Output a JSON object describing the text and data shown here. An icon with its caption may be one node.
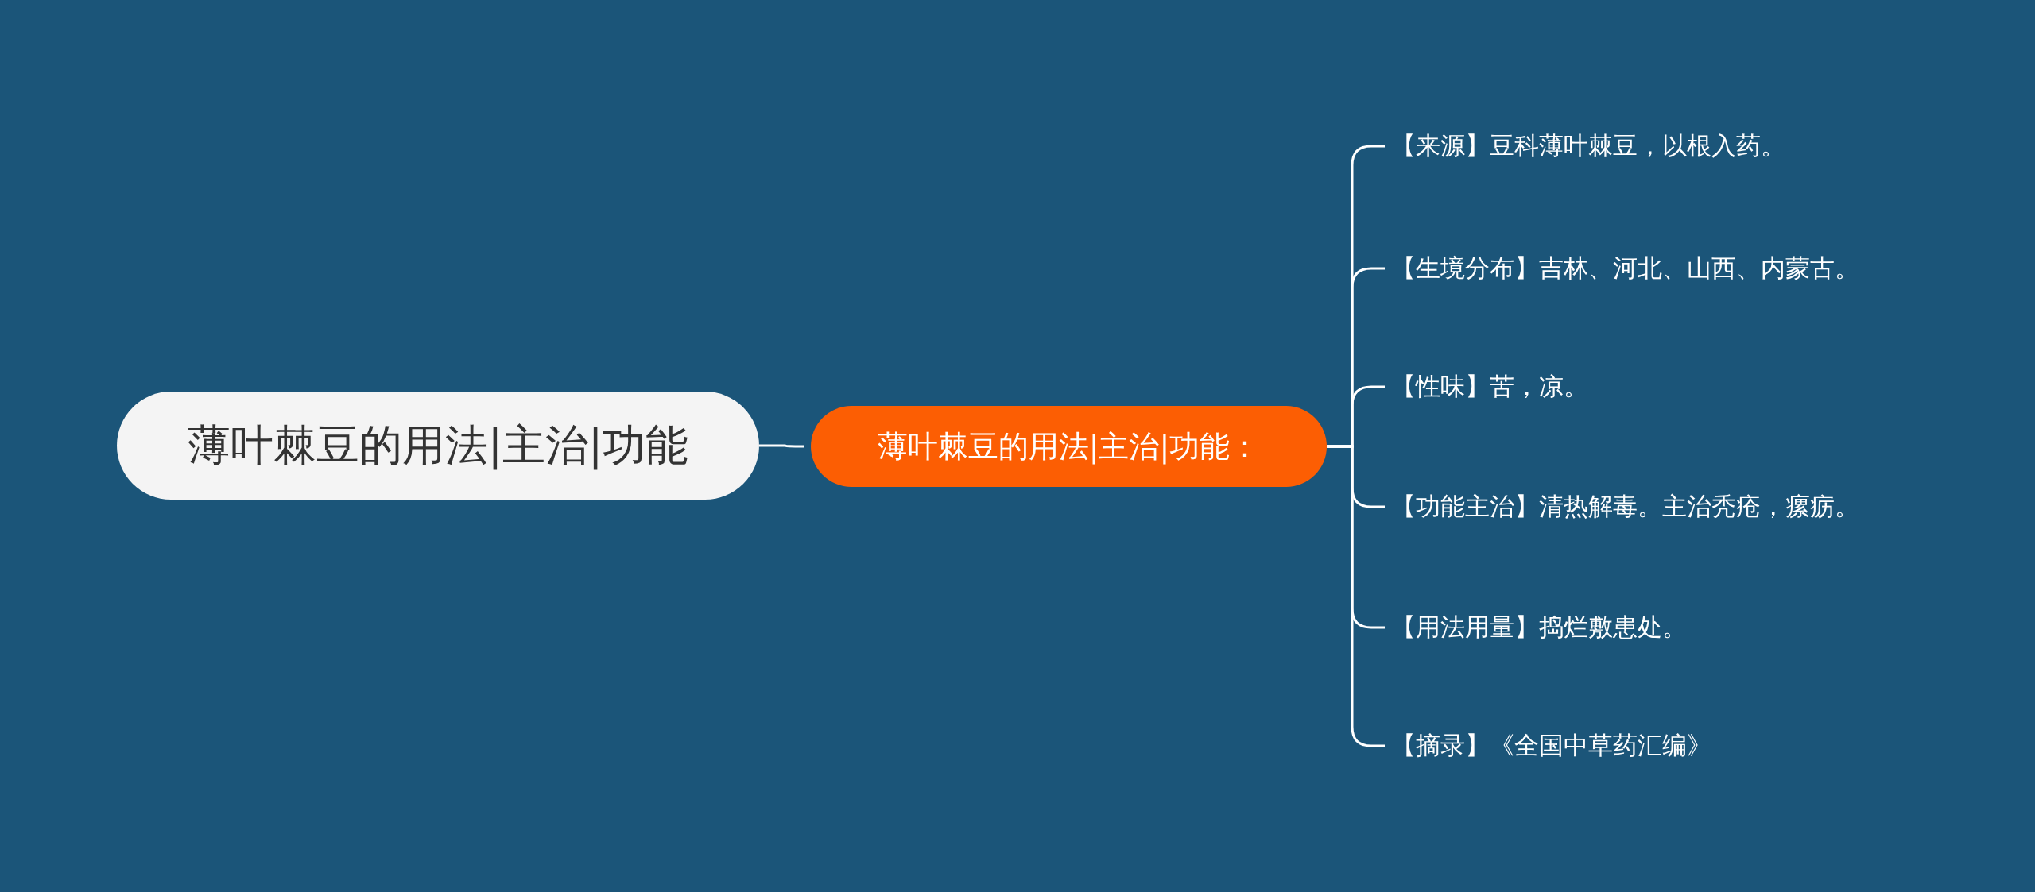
{
  "diagram": {
    "nodes": [
      {
        "text": [
          "薄叶棘豆的用法|主治|功能"
        ]
      },
      {
        "text": [
          "薄叶棘豆的用法|主治|功能："
        ]
      },
      {
        "text": [
          "【来源】豆科薄叶棘豆，以根入药。"
        ]
      },
      {
        "text": [
          "【生境分布】吉林、河北、山西、内蒙古。"
        ]
      },
      {
        "text": [
          "【性味】苦，凉。"
        ]
      },
      {
        "text": [
          "【功能主治】清热解毒。主治秃疮，瘰疬。"
        ]
      },
      {
        "text": [
          "【用法用量】捣烂敷患处。"
        ]
      },
      {
        "text": [
          "【摘录】《全国中草药汇编》"
        ]
      }
    ],
    "edges": [
      {
        "from": 0,
        "to": 1,
        "arrow": "none"
      },
      {
        "from": 1,
        "to": 2,
        "arrow": "none"
      },
      {
        "from": 1,
        "to": 3,
        "arrow": "none"
      },
      {
        "from": 1,
        "to": 4,
        "arrow": "none"
      },
      {
        "from": 1,
        "to": 5,
        "arrow": "none"
      },
      {
        "from": 1,
        "to": 6,
        "arrow": "none"
      },
      {
        "from": 1,
        "to": 7,
        "arrow": "none"
      }
    ]
  }
}
